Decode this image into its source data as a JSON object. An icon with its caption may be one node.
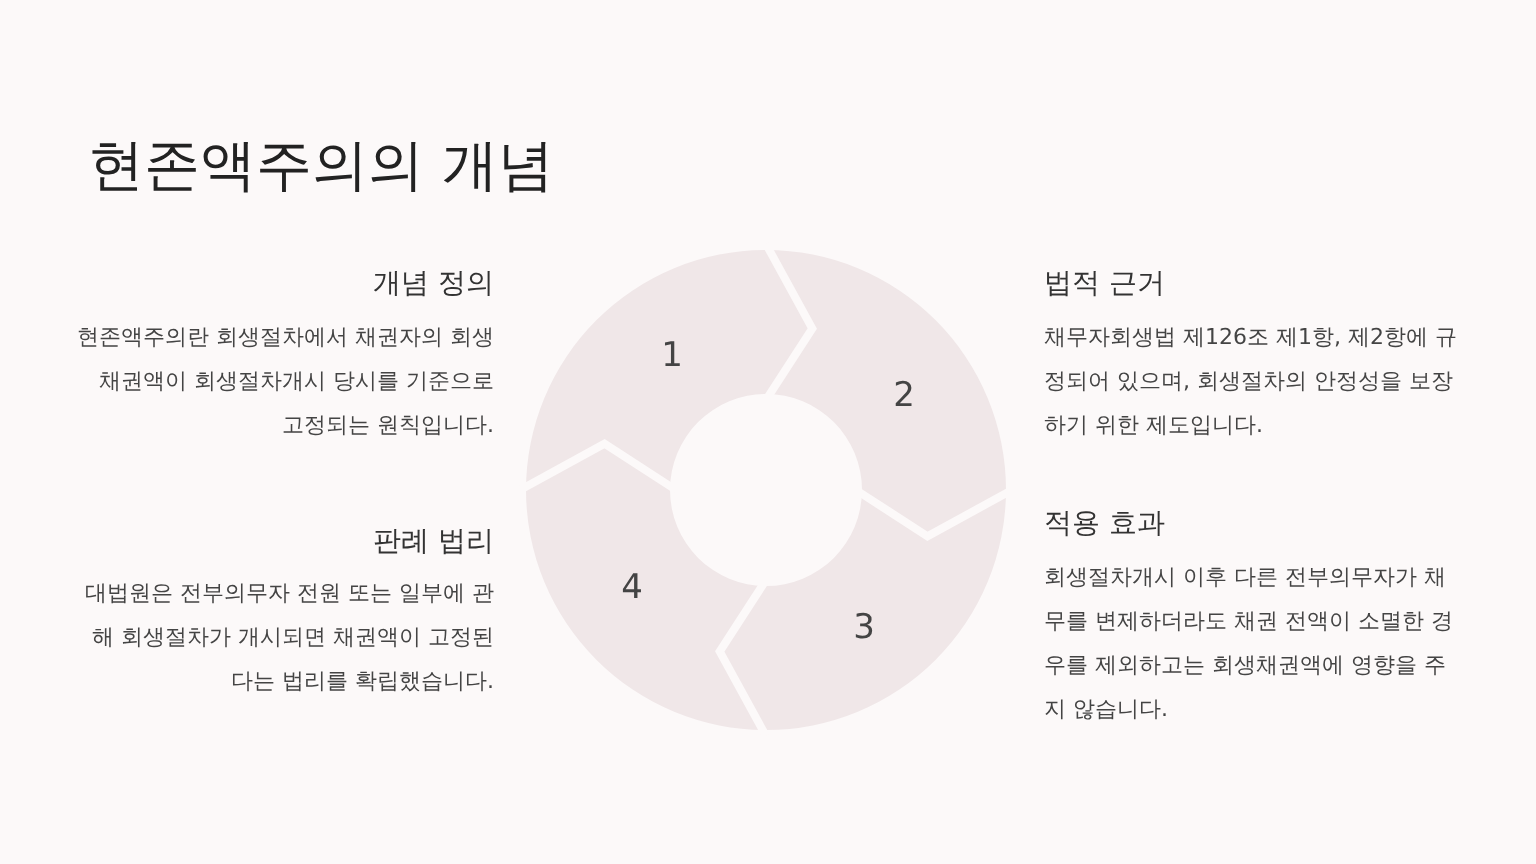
{
  "diagram": {
    "title": "현존액주의의 개념",
    "nodes": [
      {
        "text": [
          "1"
        ]
      },
      {
        "text": [
          "2"
        ]
      },
      {
        "text": [
          "3"
        ]
      },
      {
        "text": [
          "4"
        ]
      }
    ],
    "labels": [
      "개념 정의",
      "현존액주의란 회생절차에서 채권자의 회생채권액이 회생절차개시 당시를 기준으로 고정되는 원칙입니다.",
      "법적 근거",
      "채무자회생법 제126조 제1항, 제2항에 규정되어 있으며, 회생절차의 안정성을 보장하기 위한 제도입니다.",
      "판례 법리",
      "대법원은 전부의무자 전원 또는 일부에 관해 회생절차가 개시되면 채권액이 고정된다는 법리를 확립했습니다.",
      "적용 효과",
      "회생절차개시 이후 다른 전부의무자가 채무를 변제하더라도 채권 전액이 소멸한 경우를 제외하고는 회생채권액에 영향을 주지 않습니다."
    ]
  }
}
